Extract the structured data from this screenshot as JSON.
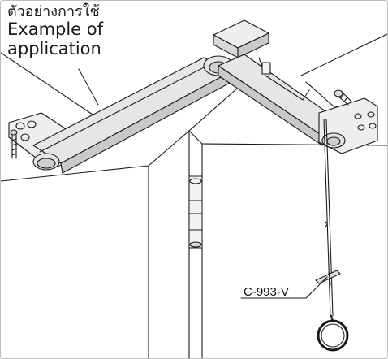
{
  "caption": {
    "thai": "ตัวอย่างการใช้",
    "english_line1": "Example of",
    "english_line2": "application"
  },
  "callout": {
    "part_number": "C-993-V"
  },
  "colors": {
    "line": "#1a1a1a",
    "arm_fill": "#e6e6e6",
    "arm_shade": "#c9c9c9",
    "background": "#ffffff"
  }
}
